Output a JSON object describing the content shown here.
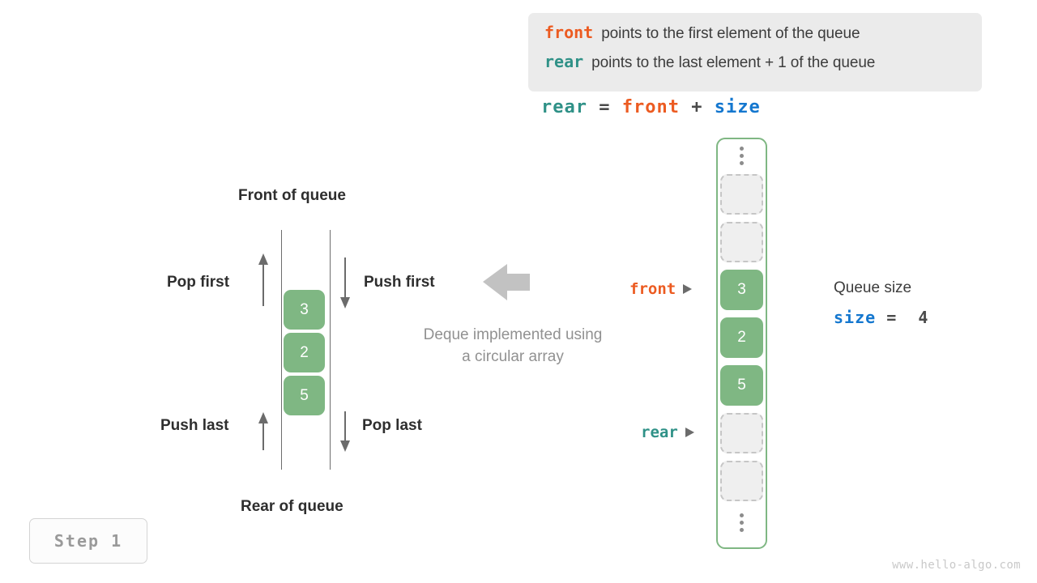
{
  "legend": {
    "lines": [
      {
        "keyword": "front",
        "keyword_color": "#ec5b21",
        "text": "points to the first element of the queue"
      },
      {
        "keyword": "rear",
        "keyword_color": "#2f9187",
        "text": "points to the last element + 1 of the queue"
      }
    ]
  },
  "formula": {
    "lhs": "rear",
    "eq": "=",
    "rhs1": "front",
    "plus": "+",
    "rhs2": "size"
  },
  "deque_diagram": {
    "top_label": "Front of queue",
    "bottom_label": "Rear of queue",
    "pop_first": "Pop first",
    "push_first": "Push first",
    "push_last": "Push last",
    "pop_last": "Pop last",
    "note_line1": "Deque implemented using",
    "note_line2": "a circular array",
    "cells": [
      "3",
      "2",
      "5"
    ]
  },
  "array_column": {
    "top_ellipsis": "vertical-ellipsis",
    "bottom_ellipsis": "vertical-ellipsis",
    "slots": [
      {
        "kind": "empty",
        "value": ""
      },
      {
        "kind": "empty",
        "value": ""
      },
      {
        "kind": "filled",
        "value": "3"
      },
      {
        "kind": "filled",
        "value": "2"
      },
      {
        "kind": "filled",
        "value": "5"
      },
      {
        "kind": "empty",
        "value": ""
      },
      {
        "kind": "empty",
        "value": ""
      }
    ],
    "front_pointer": "front",
    "rear_pointer": "rear"
  },
  "queue_size": {
    "title": "Queue size",
    "var": "size",
    "eq": "=",
    "value": "4"
  },
  "step_badge": "Step 1",
  "watermark": "www.hello-algo.com",
  "colors": {
    "front": "#ec5b21",
    "rear": "#2f9187",
    "size": "#1477cf",
    "cell_fill": "#7fb783",
    "empty_fill": "#efefef",
    "legend_bg": "#ebebeb",
    "muted_text": "#919191"
  }
}
